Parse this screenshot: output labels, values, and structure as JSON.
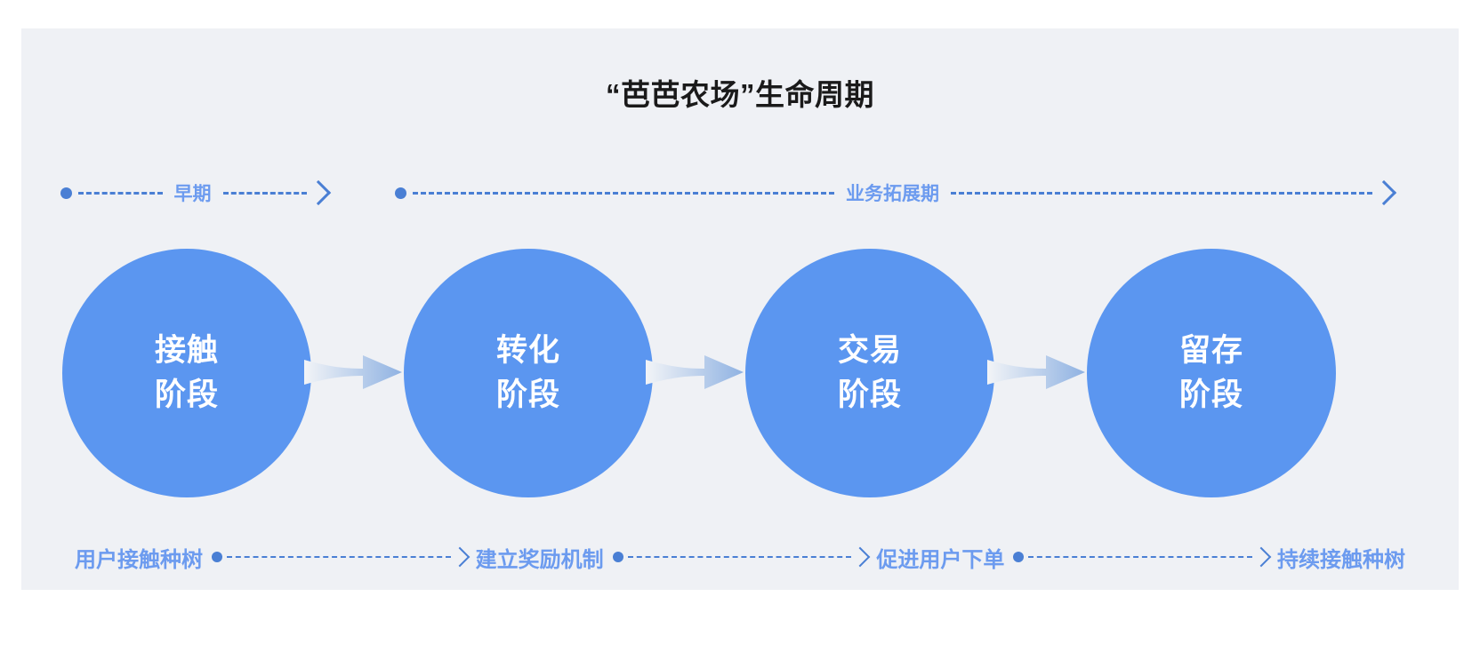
{
  "page": {
    "title": "“芭芭农场”生命周期",
    "background": "#eff1f5",
    "accent": "#5b96f0",
    "accent_text": "#6c9bef",
    "accent_line": "#4a7fd4"
  },
  "phases": [
    {
      "label": "早期"
    },
    {
      "label": "业务拓展期"
    }
  ],
  "stages": [
    {
      "line1": "接触",
      "line2": "阶段"
    },
    {
      "line1": "转化",
      "line2": "阶段"
    },
    {
      "line1": "交易",
      "line2": "阶段"
    },
    {
      "line1": "留存",
      "line2": "阶段"
    }
  ],
  "steps": [
    {
      "label": "用户接触种树"
    },
    {
      "label": "建立奖励机制"
    },
    {
      "label": "促进用户下单"
    },
    {
      "label": "持续接触种树"
    }
  ]
}
